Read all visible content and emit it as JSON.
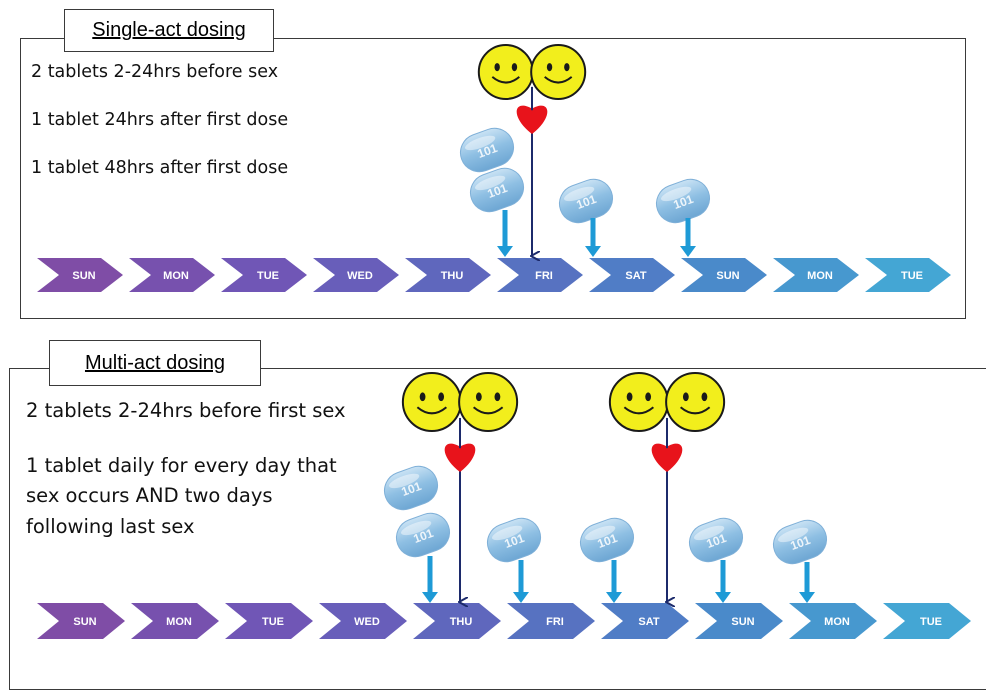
{
  "single_act": {
    "title": "Single-act dosing",
    "rules": [
      "2 tablets 2-24hrs before sex",
      "1 tablet 24hrs after first dose",
      "1 tablet 48hrs after first dose"
    ],
    "days": [
      "SUN",
      "MON",
      "TUE",
      "WED",
      "THU",
      "FRI",
      "SAT",
      "SUN",
      "MON",
      "TUE"
    ]
  },
  "multi_act": {
    "title": "Multi-act dosing",
    "rules": [
      "2 tablets 2-24hrs before first sex",
      "1 tablet daily for every day that",
      "sex occurs AND two days",
      "following last sex"
    ],
    "days": [
      "SUN",
      "MON",
      "TUE",
      "WED",
      "THU",
      "FRI",
      "SAT",
      "SUN",
      "MON",
      "TUE"
    ]
  },
  "pill_label": "101",
  "colors": {
    "day_gradient": [
      "#7f4da6",
      "#6e57b8",
      "#5b6cbf",
      "#4b86c9",
      "#44a6d4"
    ],
    "pill": "#8ebfe3",
    "dose_arrow": "#1e9ad6",
    "sex_arrow": "#1c2a6b",
    "heart": "#e8131b",
    "face": "#f2ee1c"
  }
}
